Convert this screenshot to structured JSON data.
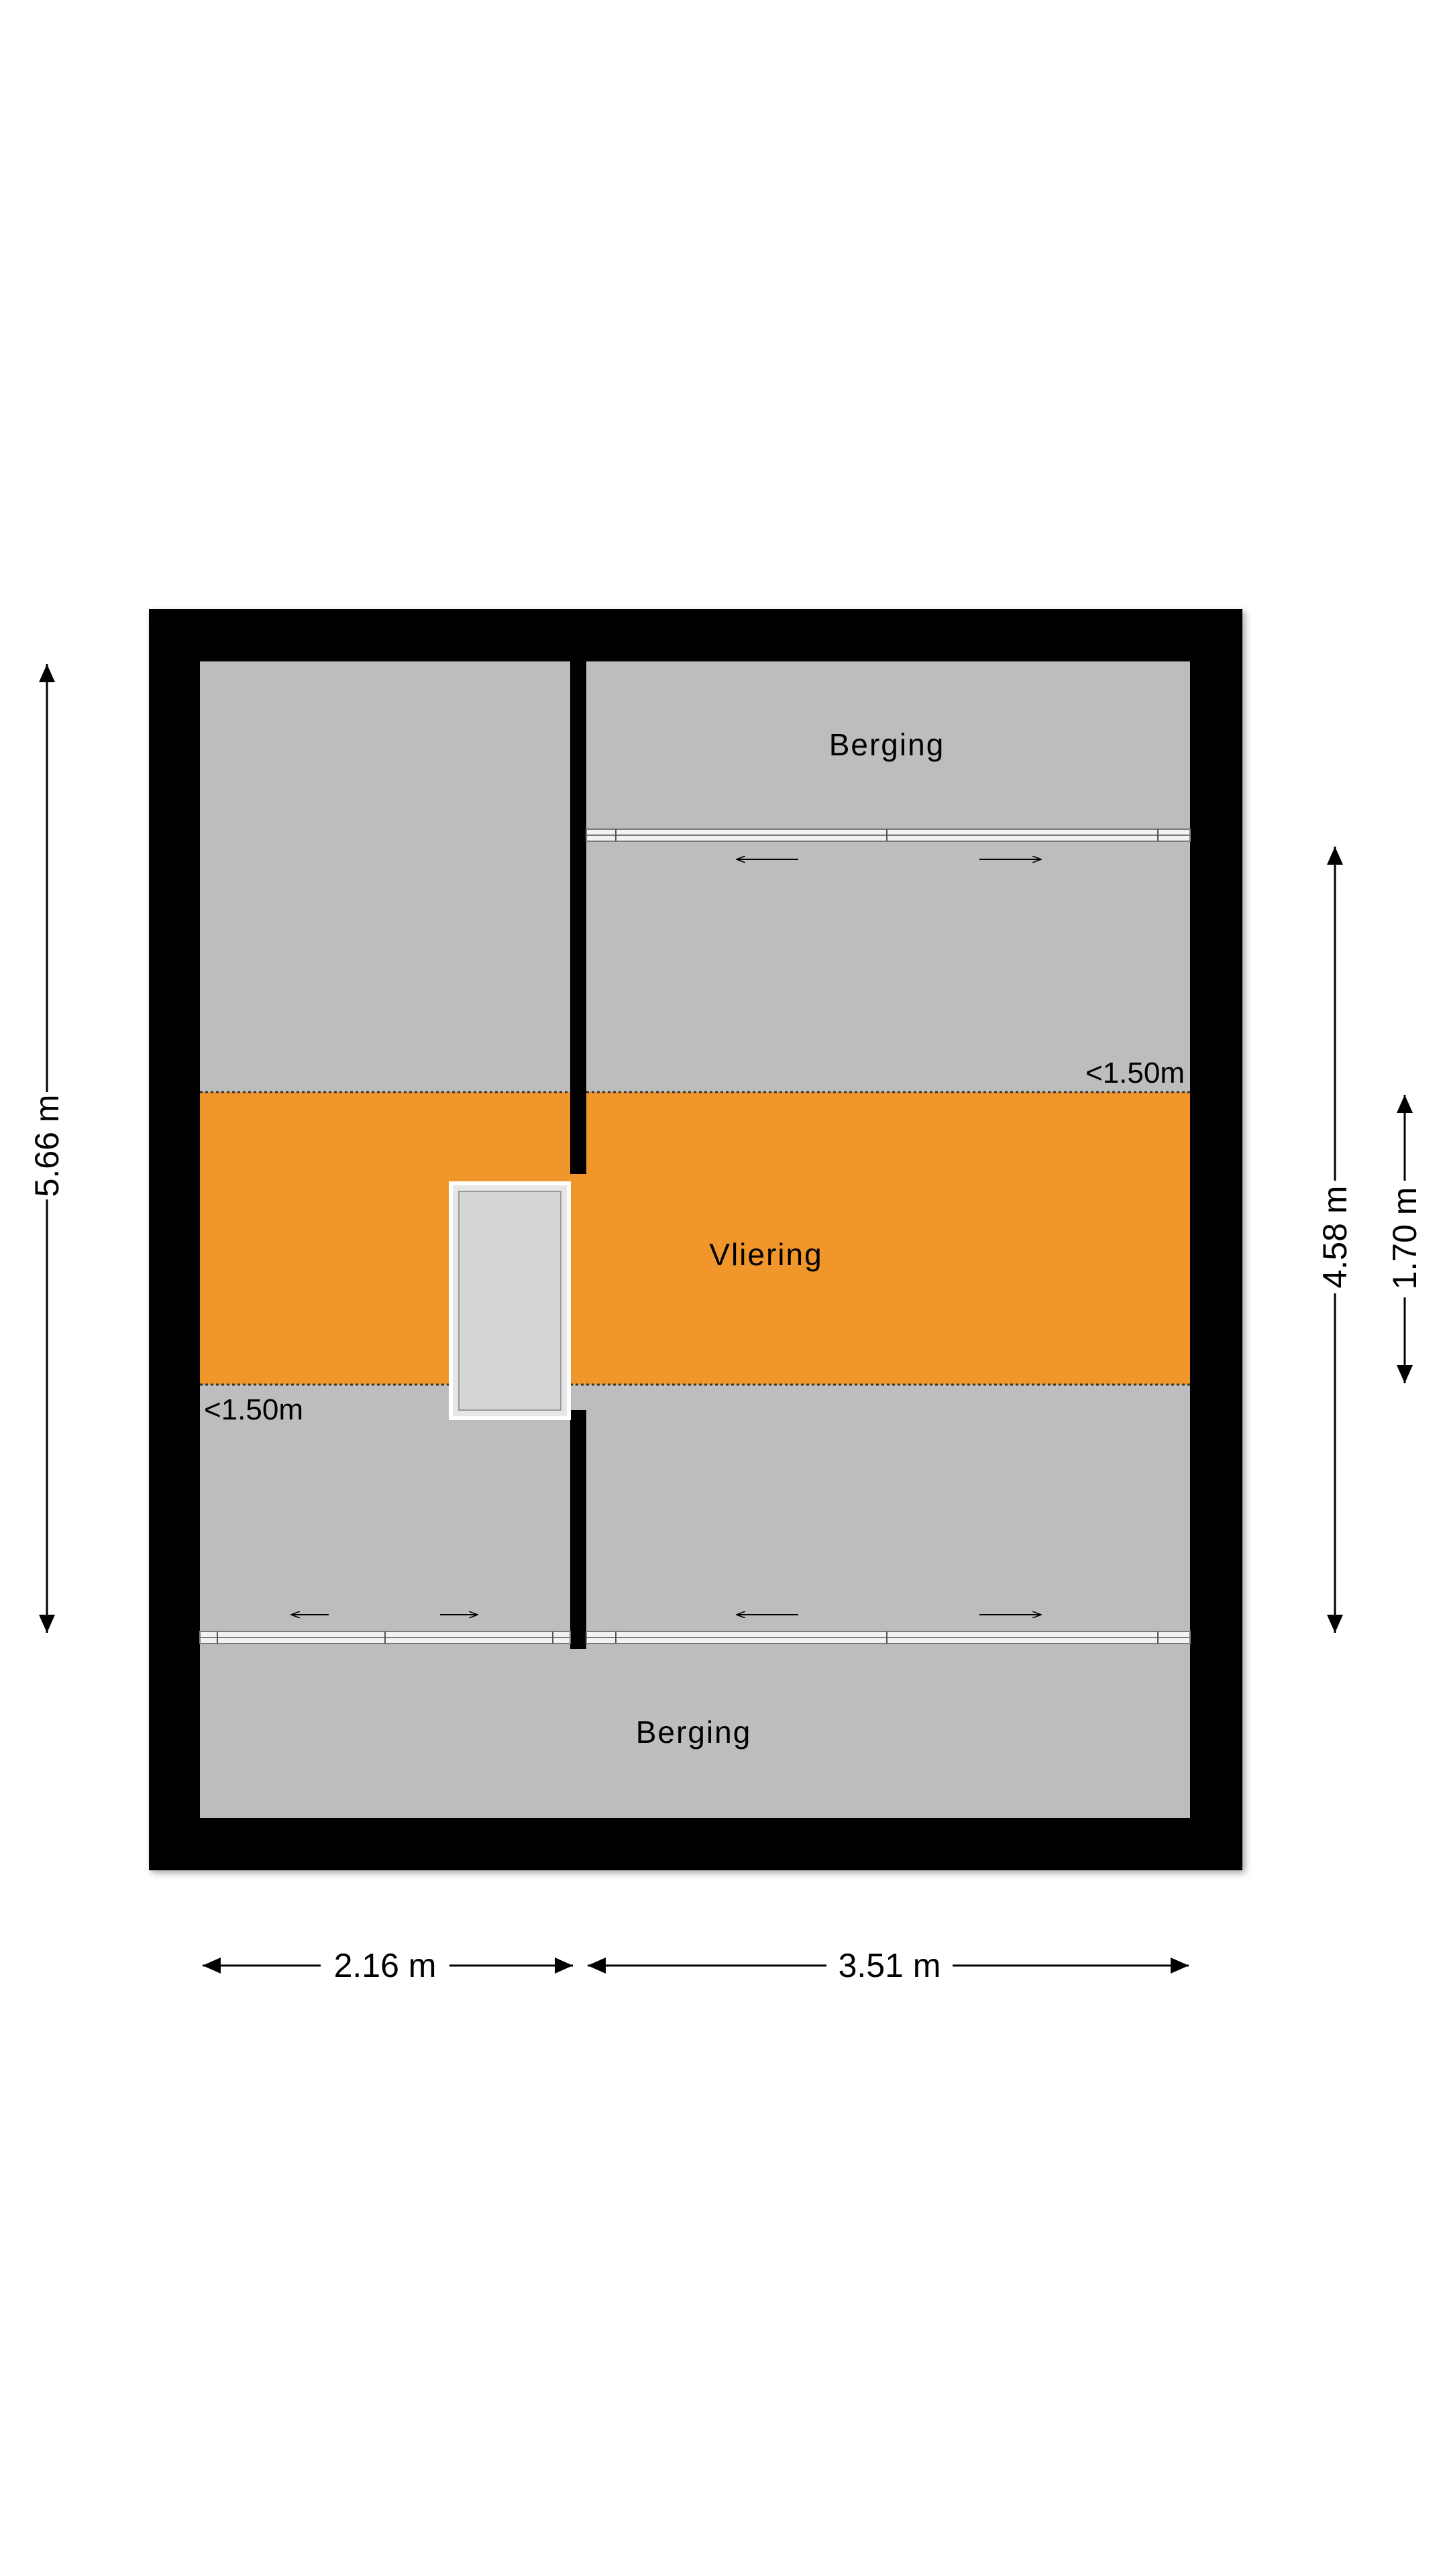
{
  "rooms": {
    "top_storage": "Berging",
    "bottom_storage": "Berging",
    "attic": "Vliering"
  },
  "height_markers": {
    "upper": "<1.50m",
    "lower": "<1.50m"
  },
  "dimensions": {
    "left_height": "5.66 m",
    "right_height": "4.58 m",
    "attic_depth": "1.70 m",
    "bottom_left_width": "2.16 m",
    "bottom_right_width": "3.51 m"
  },
  "colors": {
    "wall": "#000000",
    "floor": "#bdbdbd",
    "attic_highlight": "#f0962b",
    "hatch": "#d6d6d6",
    "background": "#ffffff"
  },
  "icons": [
    "sliding-door-arrow-left",
    "sliding-door-arrow-right",
    "dimension-arrow"
  ]
}
